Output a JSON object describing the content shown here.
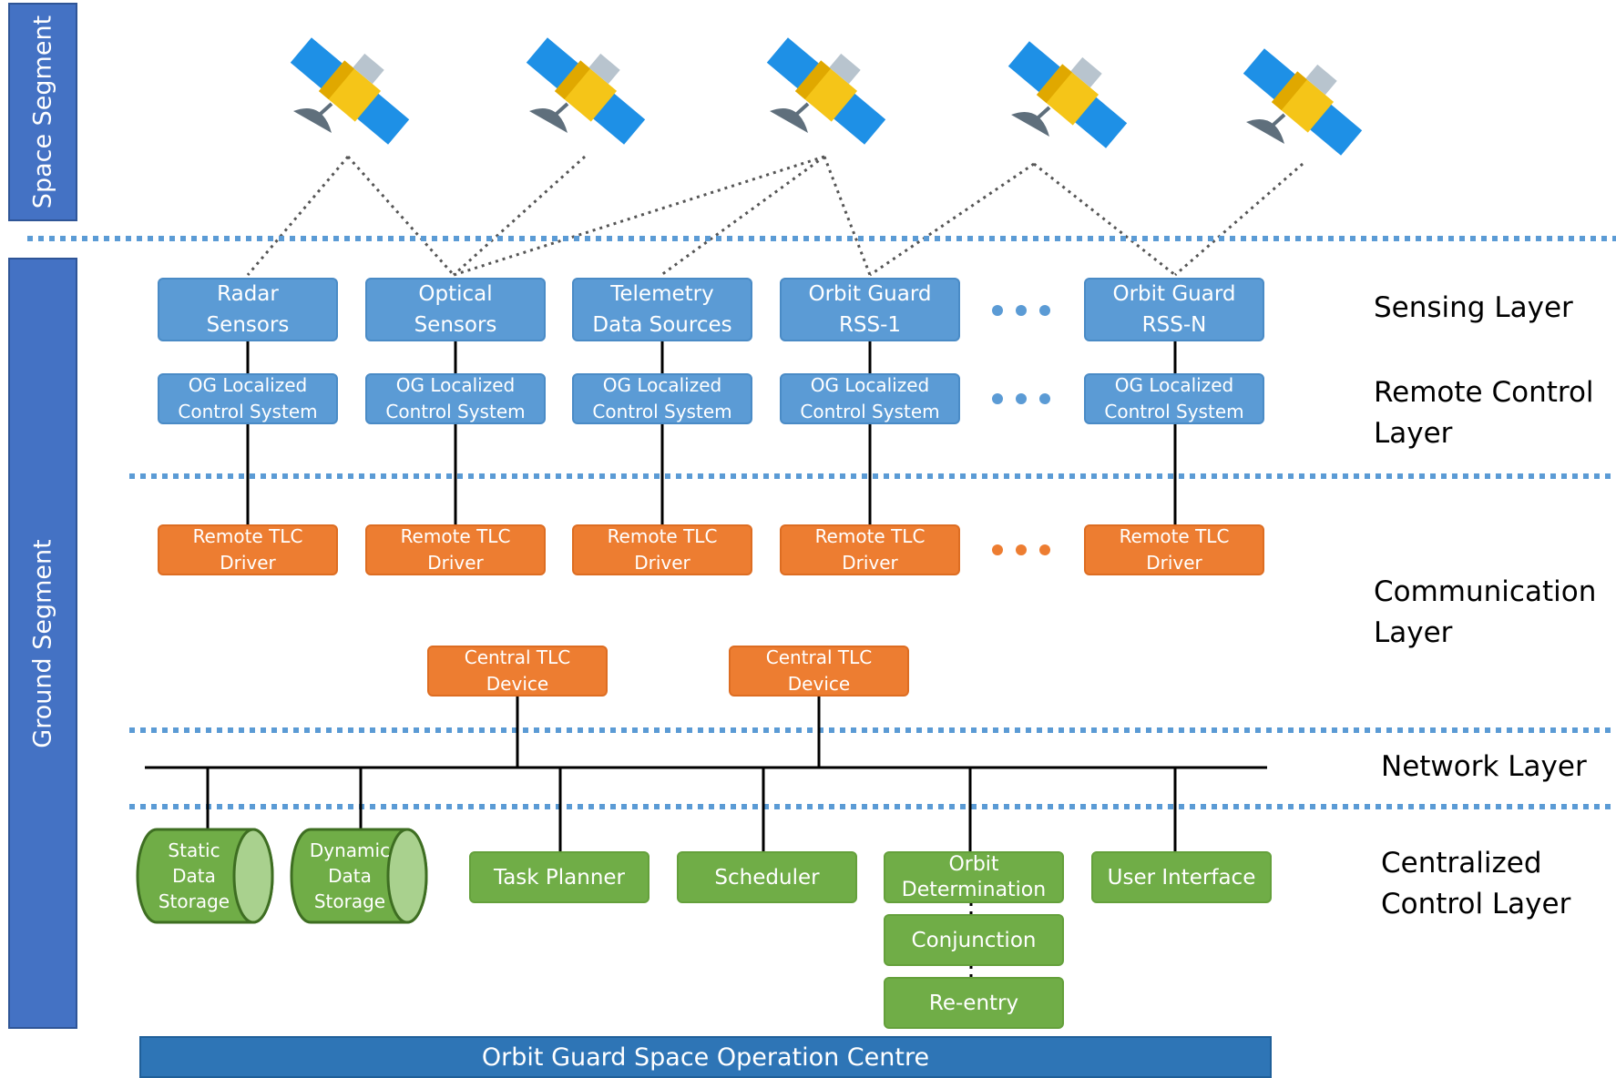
{
  "segments": {
    "space": "Space Segment",
    "ground": "Ground Segment"
  },
  "layers": {
    "sensing": "Sensing Layer",
    "remote_control": "Remote Control\nLayer",
    "communication": "Communication\nLayer",
    "network": "Network Layer",
    "centralized": "Centralized\nControl Layer"
  },
  "sensors": [
    "Radar\nSensors",
    "Optical\nSensors",
    "Telemetry\nData Sources",
    "Orbit Guard\nRSS-1",
    "Orbit Guard\nRSS-N"
  ],
  "control_system": "OG Localized\nControl System",
  "remote_driver": "Remote TLC\nDriver",
  "central_device": "Central TLC\nDevice",
  "storage": [
    "Static\nData\nStorage",
    "Dynamic\nData\nStorage"
  ],
  "modules": {
    "task_planner": "Task Planner",
    "scheduler": "Scheduler",
    "orbit_determination": "Orbit\nDetermination",
    "conjunction": "Conjunction",
    "reentry": "Re-entry",
    "user_interface": "User Interface"
  },
  "footer": "Orbit Guard Space Operation Centre",
  "colors": {
    "sensing_box": "#5b9bd5",
    "tlc_box": "#ed7d31",
    "module_box": "#70ad47",
    "segment_bar": "#4472c4",
    "footer_bar": "#2e75b6",
    "separator": "#5b9bd5"
  },
  "icons": [
    "satellite-icon",
    "satellite-icon",
    "satellite-icon",
    "satellite-icon",
    "satellite-icon"
  ]
}
